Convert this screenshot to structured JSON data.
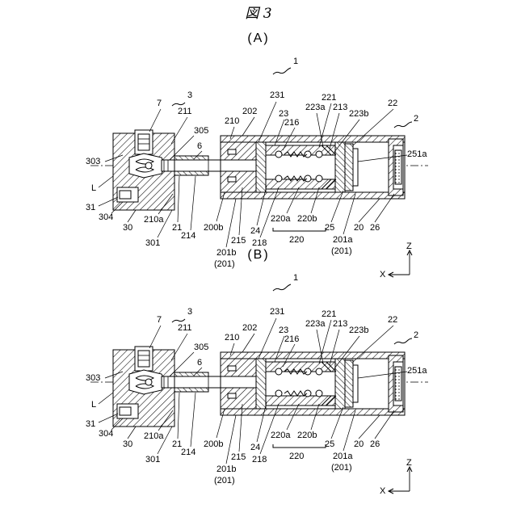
{
  "figure": {
    "title": "図 3"
  },
  "panels": [
    {
      "id": "A",
      "label": "(A)",
      "assembly_label": "1",
      "labels": {
        "n7": "7",
        "n3": "3",
        "n211": "211",
        "n305": "305",
        "n6": "6",
        "n303": "303",
        "nL": "L",
        "n31": "31",
        "n304": "304",
        "n30": "30",
        "n210a": "210a",
        "n21": "21",
        "n301": "301",
        "n214": "214",
        "n210": "210",
        "n202": "202",
        "n231": "231",
        "n23": "23",
        "n216": "216",
        "n223a": "223a",
        "n221": "221",
        "n213": "213",
        "n223b": "223b",
        "n22": "22",
        "n2": "2",
        "n251a": "251a",
        "n200b": "200b",
        "n215": "215",
        "n24": "24",
        "n218": "218",
        "n220a": "220a",
        "n220b": "220b",
        "n220": "220",
        "n25": "25",
        "n201a": "201a",
        "n201a_p": "(201)",
        "n20": "20",
        "n26": "26",
        "n201b": "201b",
        "n201b_p": "(201)"
      },
      "axes": {
        "z": "Z",
        "x": "X"
      }
    },
    {
      "id": "B",
      "label": "(B)",
      "assembly_label": "1",
      "labels": {
        "n7": "7",
        "n3": "3",
        "n211": "211",
        "n305": "305",
        "n6": "6",
        "n303": "303",
        "nL": "L",
        "n31": "31",
        "n304": "304",
        "n30": "30",
        "n210a": "210a",
        "n21": "21",
        "n301": "301",
        "n214": "214",
        "n210": "210",
        "n202": "202",
        "n231": "231",
        "n23": "23",
        "n216": "216",
        "n223a": "223a",
        "n221": "221",
        "n213": "213",
        "n223b": "223b",
        "n22": "22",
        "n2": "2",
        "n251a": "251a",
        "n200b": "200b",
        "n215": "215",
        "n24": "24",
        "n218": "218",
        "n220a": "220a",
        "n220b": "220b",
        "n220": "220",
        "n25": "25",
        "n201a": "201a",
        "n201a_p": "(201)",
        "n20": "20",
        "n26": "26",
        "n201b": "201b",
        "n201b_p": "(201)"
      },
      "axes": {
        "z": "Z",
        "x": "X"
      }
    }
  ]
}
